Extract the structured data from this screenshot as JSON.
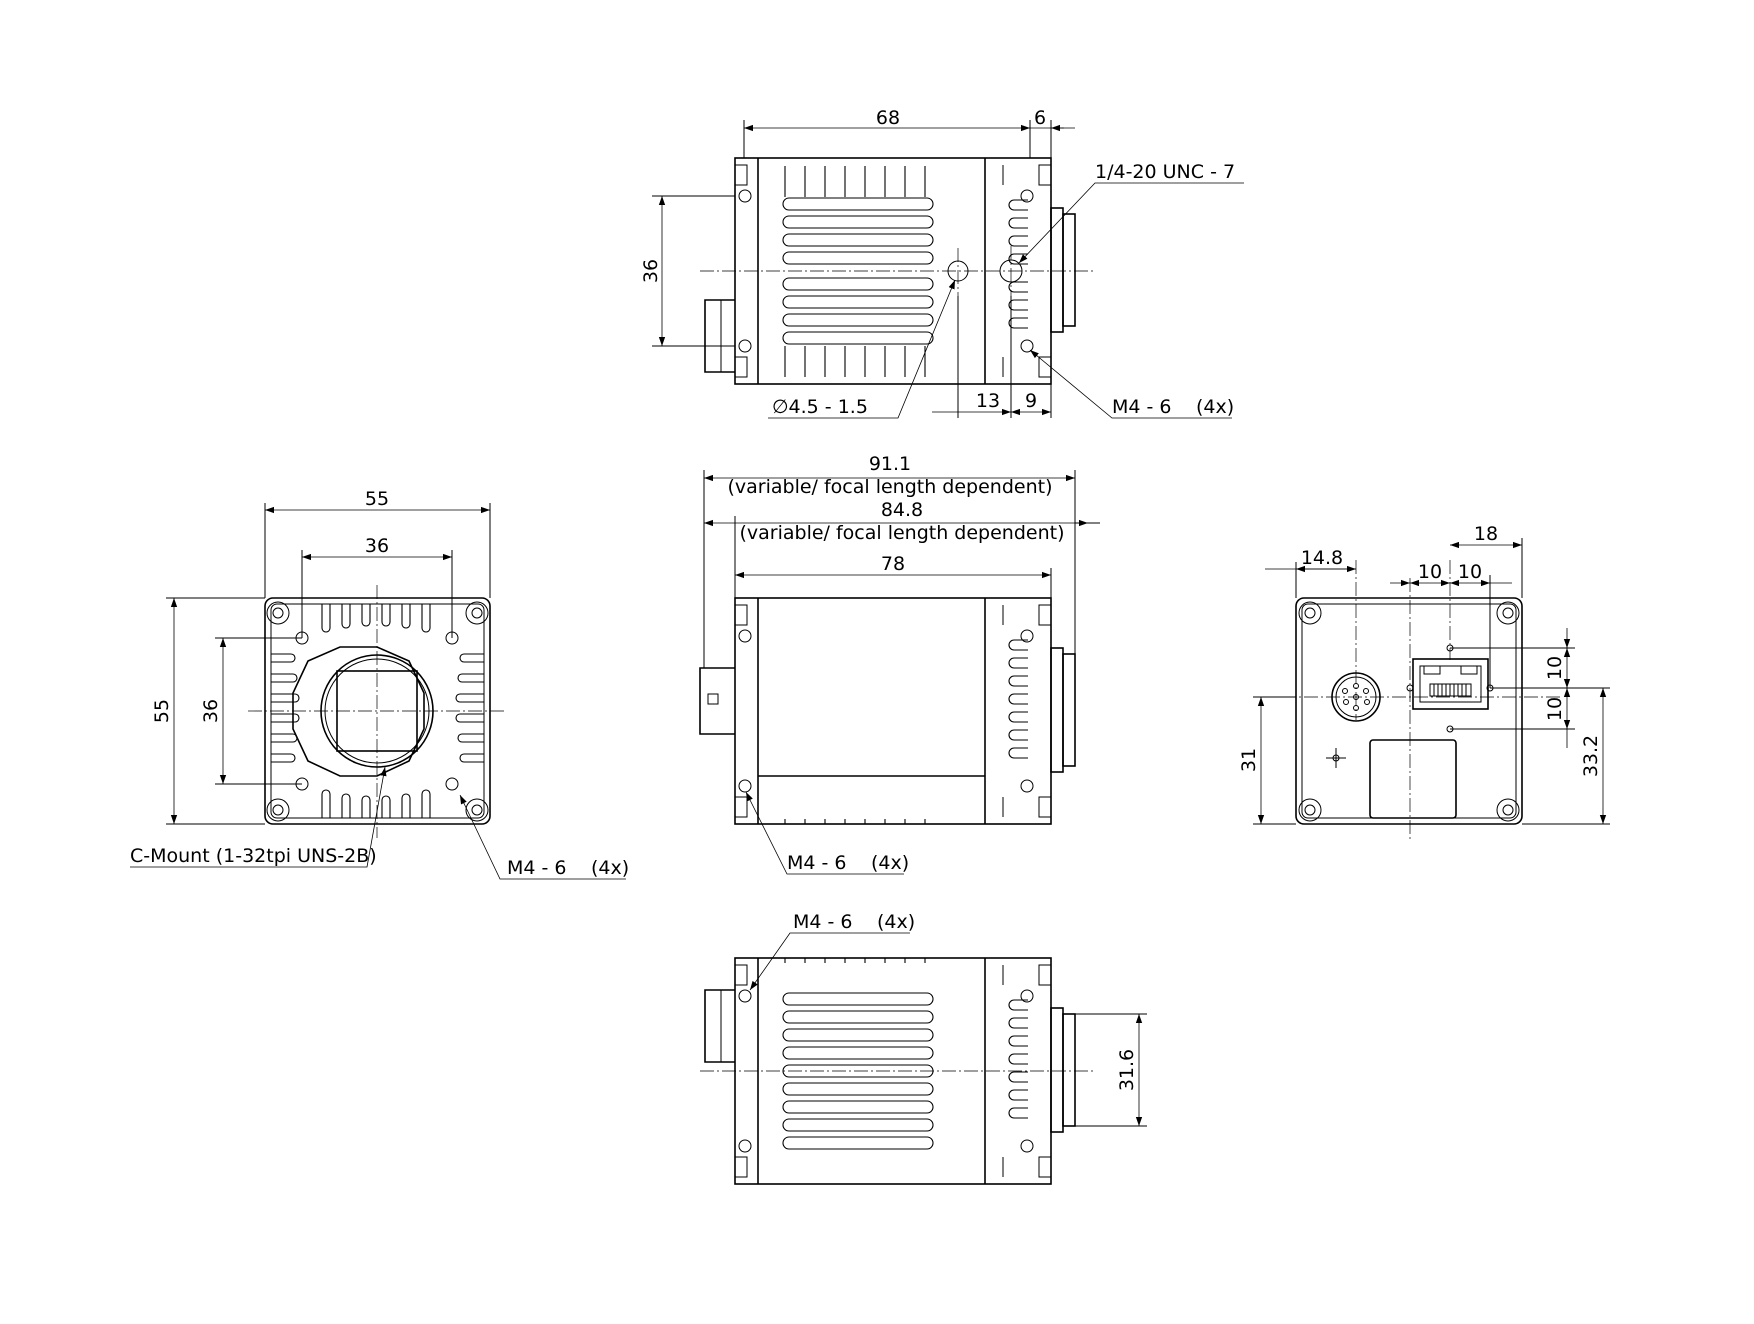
{
  "top_view": {
    "dim_length": "68",
    "dim_front": "6",
    "dim_height": "36",
    "dim_a": "13",
    "dim_b": "9",
    "note_tripod": "1/4-20 UNC - 7",
    "note_pin": "∅4.5 - 1.5",
    "note_screws": "M4 - 6",
    "note_screws_count": "(4x)"
  },
  "front_view": {
    "dim_width": "55",
    "dim_hole_spacing": "36",
    "dim_height": "55",
    "dim_hole_spacing_v": "36",
    "note_mount": "C-Mount (1-32tpi UNS-2B)",
    "note_screws": "M4 - 6",
    "note_screws_count": "(4x)"
  },
  "side_view": {
    "dim_total_1": "91.1",
    "dim_total_1_note": "(variable/ focal length dependent)",
    "dim_total_2": "84.8",
    "dim_total_2_note": "(variable/ focal length dependent)",
    "dim_body": "78",
    "note_screws": "M4 - 6",
    "note_screws_count": "(4x)"
  },
  "rear_view": {
    "dim_connector_x": "14.8",
    "dim_eth_x": "18",
    "dim_eth_a": "10",
    "dim_eth_b": "10",
    "dim_eth_v1": "10",
    "dim_eth_v2": "10",
    "dim_connector_y": "31",
    "dim_eth_y": "33.2"
  },
  "bottom_view": {
    "note_screws": "M4 - 6",
    "note_screws_count": "(4x)",
    "dim_height": "31.6"
  }
}
